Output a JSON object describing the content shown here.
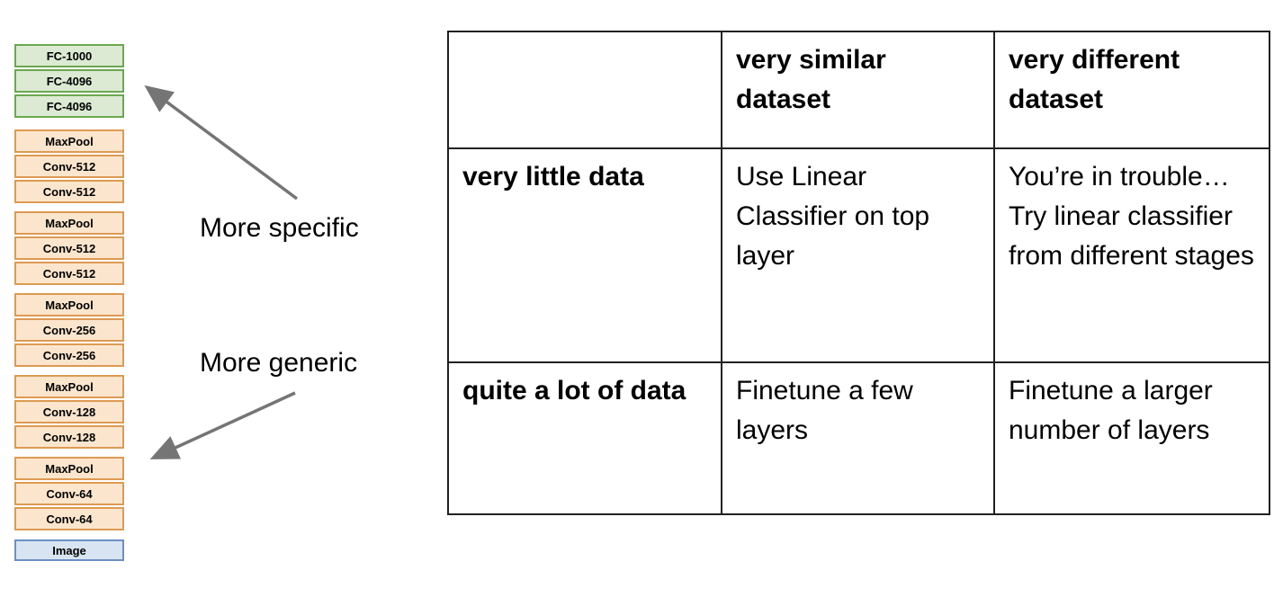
{
  "stack": {
    "groups": [
      {
        "name": "fc-block",
        "layers": [
          "FC-1000",
          "FC-4096",
          "FC-4096"
        ]
      },
      {
        "name": "conv5-block",
        "layers": [
          "MaxPool",
          "Conv-512",
          "Conv-512"
        ]
      },
      {
        "name": "conv4-block",
        "layers": [
          "MaxPool",
          "Conv-512",
          "Conv-512"
        ]
      },
      {
        "name": "conv3-block",
        "layers": [
          "MaxPool",
          "Conv-256",
          "Conv-256"
        ]
      },
      {
        "name": "conv2-block",
        "layers": [
          "MaxPool",
          "Conv-128",
          "Conv-128"
        ]
      },
      {
        "name": "conv1-block",
        "layers": [
          "MaxPool",
          "Conv-64",
          "Conv-64"
        ]
      },
      {
        "name": "input-block",
        "layers": [
          "Image"
        ]
      }
    ],
    "labels": {
      "specific": "More specific",
      "generic": "More generic"
    }
  },
  "table": {
    "col_headers": [
      "",
      "very similar dataset",
      "very different dataset"
    ],
    "rows": [
      {
        "header": "very little data",
        "cells": [
          "Use Linear Classifier on top layer",
          "You’re in trouble… Try linear classifier from different stages"
        ]
      },
      {
        "header": "quite a lot of data",
        "cells": [
          "Finetune a few layers",
          "Finetune a larger number of layers"
        ]
      }
    ]
  },
  "colors": {
    "fc_fill": "#dcead3",
    "fc_border": "#6aa84f",
    "conv_fill": "#fce5cd",
    "conv_border": "#dd9a52",
    "image_fill": "#d8e4f2",
    "image_border": "#6b8fc6",
    "arrow_gray": "#757575",
    "table_border": "#212121"
  }
}
